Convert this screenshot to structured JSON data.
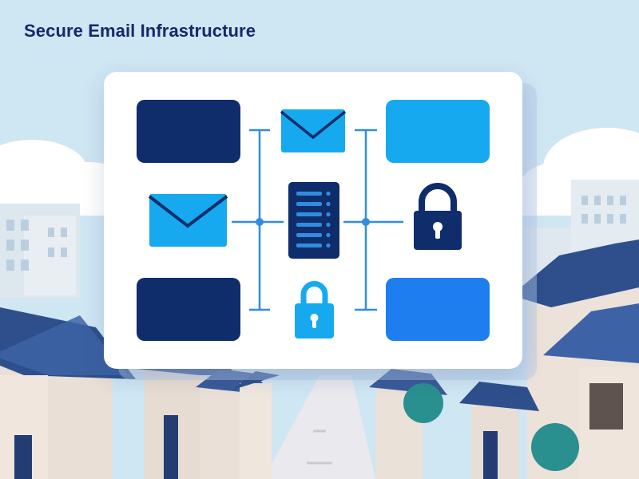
{
  "title": "Secure Email Infrastructure",
  "colors": {
    "navy": "#0f2d6b",
    "light_blue": "#16a9ef",
    "mid_blue": "#1e7ef0",
    "line_blue": "#2f8de0",
    "sky": "#cfe6f3",
    "card": "#ffffff"
  },
  "diagram": {
    "nodes": [
      {
        "id": "block-top-left",
        "kind": "block",
        "color": "navy"
      },
      {
        "id": "block-bottom-left",
        "kind": "block",
        "color": "navy"
      },
      {
        "id": "block-top-right",
        "kind": "block",
        "color": "light_blue"
      },
      {
        "id": "block-bottom-right",
        "kind": "block",
        "color": "mid_blue"
      },
      {
        "id": "envelope-top",
        "kind": "envelope-icon",
        "color": "light_blue"
      },
      {
        "id": "envelope-left",
        "kind": "envelope-icon",
        "color": "light_blue"
      },
      {
        "id": "server",
        "kind": "server-icon",
        "color": "navy"
      },
      {
        "id": "lock-right",
        "kind": "lock-icon",
        "color": "navy"
      },
      {
        "id": "lock-bottom",
        "kind": "lock-icon",
        "color": "light_blue"
      }
    ],
    "connectors": [
      "left-bus",
      "right-bus"
    ]
  }
}
